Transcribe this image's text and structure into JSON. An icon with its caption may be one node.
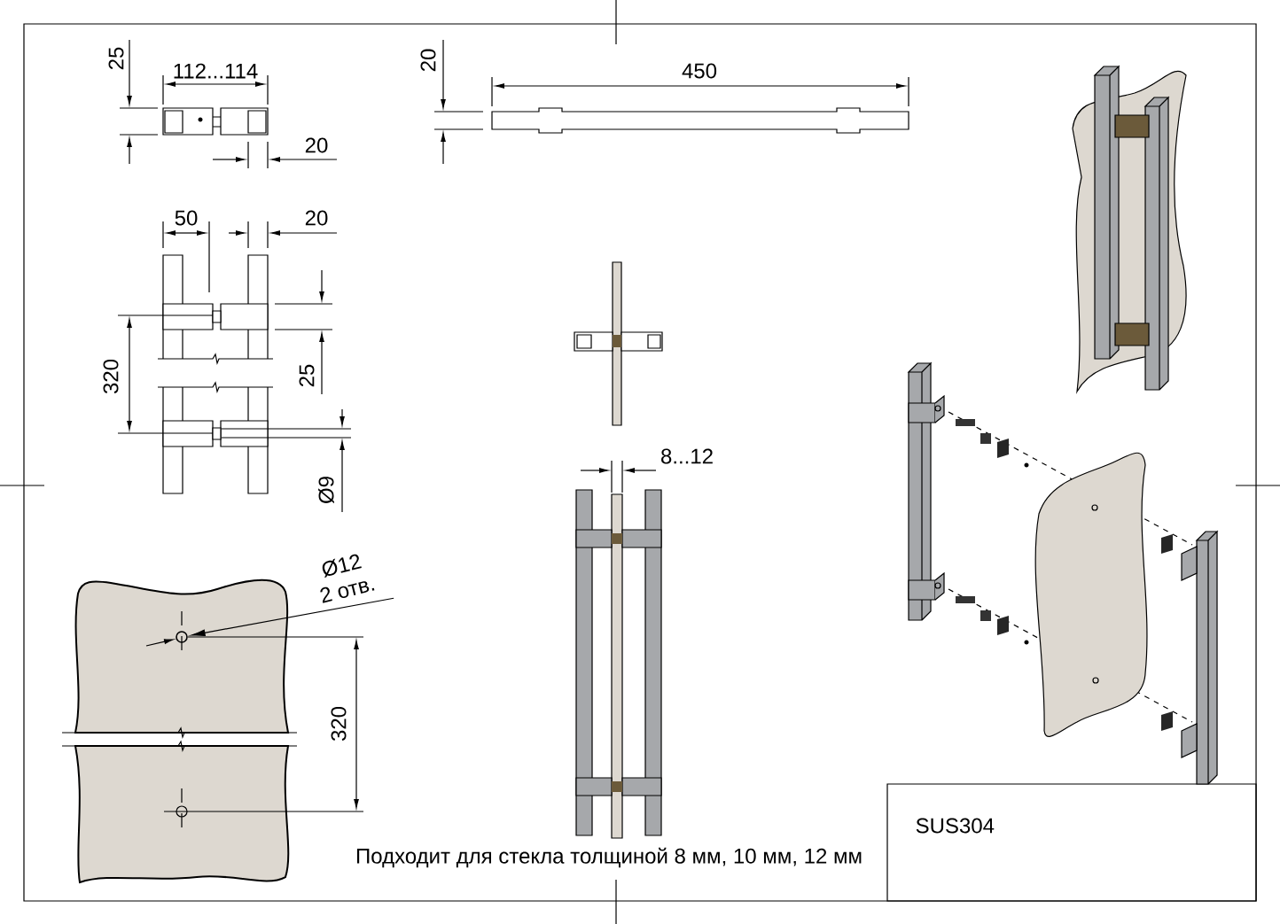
{
  "diagram": {
    "nodes": [
      {
        "text": [
          "Ø12",
          "2 отв."
        ]
      },
      {
        "text": [],
        "shape": "circle"
      }
    ],
    "edges": [
      {
        "from": 0,
        "to": 1,
        "arrow": "to"
      }
    ],
    "labels": [
      "25",
      "112...114",
      "20",
      "450",
      "20",
      "50",
      "20",
      "25",
      "320",
      "Ø9",
      "8...12",
      "320",
      "Подходит для стекла толщиной 8 мм, 10 мм, 12 мм",
      "SUS304"
    ]
  }
}
